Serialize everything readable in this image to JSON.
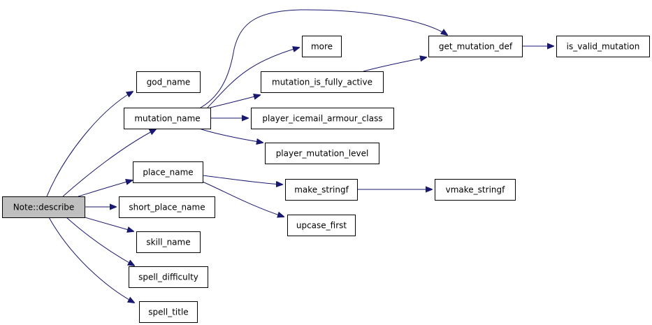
{
  "graph": {
    "root": "Note::describe",
    "nodes": [
      {
        "id": "note_describe",
        "label": "Note::describe"
      },
      {
        "id": "god_name",
        "label": "god_name"
      },
      {
        "id": "mutation_name",
        "label": "mutation_name"
      },
      {
        "id": "place_name",
        "label": "place_name"
      },
      {
        "id": "short_place_name",
        "label": "short_place_name"
      },
      {
        "id": "skill_name",
        "label": "skill_name"
      },
      {
        "id": "spell_difficulty",
        "label": "spell_difficulty"
      },
      {
        "id": "spell_title",
        "label": "spell_title"
      },
      {
        "id": "more",
        "label": "more"
      },
      {
        "id": "mutation_is_fully_active",
        "label": "mutation_is_fully_active"
      },
      {
        "id": "player_icemail_armour_class",
        "label": "player_icemail_armour_class"
      },
      {
        "id": "player_mutation_level",
        "label": "player_mutation_level"
      },
      {
        "id": "make_stringf",
        "label": "make_stringf"
      },
      {
        "id": "upcase_first",
        "label": "upcase_first"
      },
      {
        "id": "get_mutation_def",
        "label": "get_mutation_def"
      },
      {
        "id": "vmake_stringf",
        "label": "vmake_stringf"
      },
      {
        "id": "is_valid_mutation",
        "label": "is_valid_mutation"
      }
    ],
    "edges": [
      {
        "from": "note_describe",
        "to": "god_name"
      },
      {
        "from": "note_describe",
        "to": "mutation_name"
      },
      {
        "from": "note_describe",
        "to": "place_name"
      },
      {
        "from": "note_describe",
        "to": "short_place_name"
      },
      {
        "from": "note_describe",
        "to": "skill_name"
      },
      {
        "from": "note_describe",
        "to": "spell_difficulty"
      },
      {
        "from": "note_describe",
        "to": "spell_title"
      },
      {
        "from": "mutation_name",
        "to": "get_mutation_def"
      },
      {
        "from": "mutation_name",
        "to": "more"
      },
      {
        "from": "mutation_name",
        "to": "mutation_is_fully_active"
      },
      {
        "from": "mutation_name",
        "to": "player_icemail_armour_class"
      },
      {
        "from": "mutation_name",
        "to": "player_mutation_level"
      },
      {
        "from": "mutation_is_fully_active",
        "to": "get_mutation_def"
      },
      {
        "from": "get_mutation_def",
        "to": "is_valid_mutation"
      },
      {
        "from": "place_name",
        "to": "make_stringf"
      },
      {
        "from": "place_name",
        "to": "upcase_first"
      },
      {
        "from": "make_stringf",
        "to": "vmake_stringf"
      }
    ],
    "colors": {
      "edge": "#191970",
      "node_border": "#000000",
      "node_fill": "#ffffff",
      "root_fill": "#bfbfbf"
    }
  }
}
